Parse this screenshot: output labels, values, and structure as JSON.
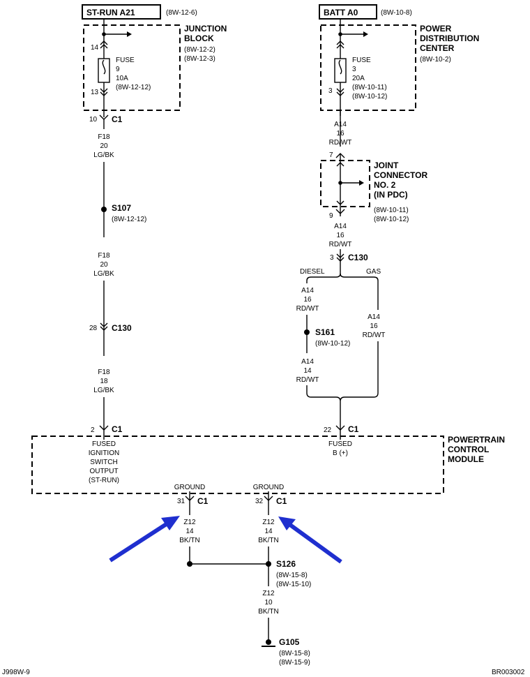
{
  "sources": {
    "left": {
      "name": "ST-RUN A21",
      "ref": "(8W-12-6)"
    },
    "right": {
      "name": "BATT A0",
      "ref": "(8W-10-8)"
    }
  },
  "junction_block": {
    "title_1": "JUNCTION",
    "title_2": "BLOCK",
    "ref_1": "(8W-12-2)",
    "ref_2": "(8W-12-3)",
    "pin_top": "14",
    "pin_bottom": "13",
    "fuse_label": "FUSE",
    "fuse_num": "9",
    "fuse_amps": "10A",
    "fuse_ref": "(8W-12-12)"
  },
  "pdc": {
    "title_1": "POWER",
    "title_2": "DISTRIBUTION",
    "title_3": "CENTER",
    "ref": "(8W-10-2)",
    "pin_bottom": "3",
    "fuse_label": "FUSE",
    "fuse_num": "3",
    "fuse_amps": "20A",
    "fuse_ref_1": "(8W-10-11)",
    "fuse_ref_2": "(8W-10-12)"
  },
  "joint_connector": {
    "title_1": "JOINT",
    "title_2": "CONNECTOR",
    "title_3": "NO. 2",
    "title_4": "(IN PDC)",
    "ref_1": "(8W-10-11)",
    "ref_2": "(8W-10-12)",
    "pin_top": "7",
    "pin_bottom": "9"
  },
  "left_circuit": {
    "c1_top_pin": "10",
    "c1_top_name": "C1",
    "wire1": {
      "circuit": "F18",
      "gauge": "20",
      "color": "LG/BK"
    },
    "splice": {
      "name": "S107",
      "ref": "(8W-12-12)"
    },
    "wire2": {
      "circuit": "F18",
      "gauge": "20",
      "color": "LG/BK"
    },
    "c130_pin": "28",
    "c130_name": "C130",
    "wire3": {
      "circuit": "F18",
      "gauge": "18",
      "color": "LG/BK"
    },
    "c1_pcm_pin": "2",
    "c1_pcm_name": "C1"
  },
  "right_circuit": {
    "wire1": {
      "circuit": "A14",
      "gauge": "16",
      "color": "RD/WT"
    },
    "wire2": {
      "circuit": "A14",
      "gauge": "16",
      "color": "RD/WT"
    },
    "c130_pin": "3",
    "c130_name": "C130",
    "diesel_label": "DIESEL",
    "gas_label": "GAS",
    "diesel_wire1": {
      "circuit": "A14",
      "gauge": "16",
      "color": "RD/WT"
    },
    "splice": {
      "name": "S161",
      "ref": "(8W-10-12)"
    },
    "diesel_wire2": {
      "circuit": "A14",
      "gauge": "14",
      "color": "RD/WT"
    },
    "gas_wire": {
      "circuit": "A14",
      "gauge": "16",
      "color": "RD/WT"
    },
    "c1_pcm_pin": "22",
    "c1_pcm_name": "C1"
  },
  "pcm": {
    "title_1": "POWERTRAIN",
    "title_2": "CONTROL",
    "title_3": "MODULE",
    "left_pin_label": [
      "FUSED",
      "IGNITION",
      "SWITCH",
      "OUTPUT",
      "(ST-RUN)"
    ],
    "right_pin_label": [
      "FUSED",
      "B (+)"
    ],
    "ground_label_1": "GROUND",
    "ground_label_2": "GROUND"
  },
  "ground_circuit": {
    "left_pin": "31",
    "left_conn": "C1",
    "right_pin": "32",
    "right_conn": "C1",
    "wire_left": {
      "circuit": "Z12",
      "gauge": "14",
      "color": "BK/TN"
    },
    "wire_right": {
      "circuit": "Z12",
      "gauge": "14",
      "color": "BK/TN"
    },
    "splice": {
      "name": "S126",
      "ref_1": "(8W-15-8)",
      "ref_2": "(8W-15-10)"
    },
    "wire_bottom": {
      "circuit": "Z12",
      "gauge": "10",
      "color": "BK/TN"
    },
    "ground": {
      "name": "G105",
      "ref_1": "(8W-15-8)",
      "ref_2": "(8W-15-9)"
    }
  },
  "footer": {
    "left": "J998W-9",
    "right": "BR003002"
  },
  "colors": {
    "annotation_arrow": "#1f2fcf"
  }
}
